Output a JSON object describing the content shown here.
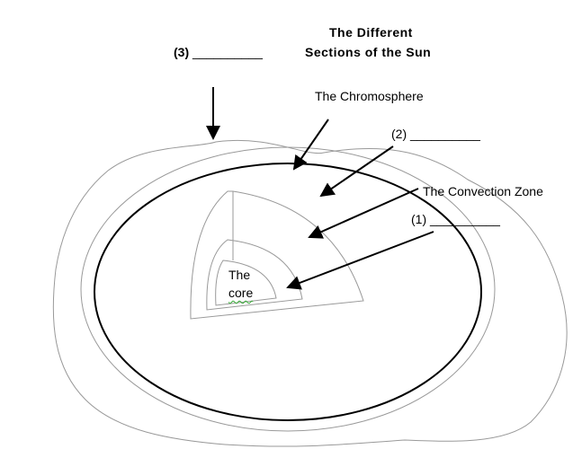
{
  "title": {
    "line1": "The Different",
    "line2": "Sections of the Sun"
  },
  "labels": {
    "blank3": {
      "number": "(3)",
      "blank": "__________"
    },
    "chromosphere": "The Chromosphere",
    "blank2": {
      "number": "(2)",
      "blank": "__________"
    },
    "convection_zone": "The Convection Zone",
    "blank1": {
      "number": "(1)",
      "blank": "__________"
    },
    "core_line1": "The",
    "core_line2": "core"
  }
}
